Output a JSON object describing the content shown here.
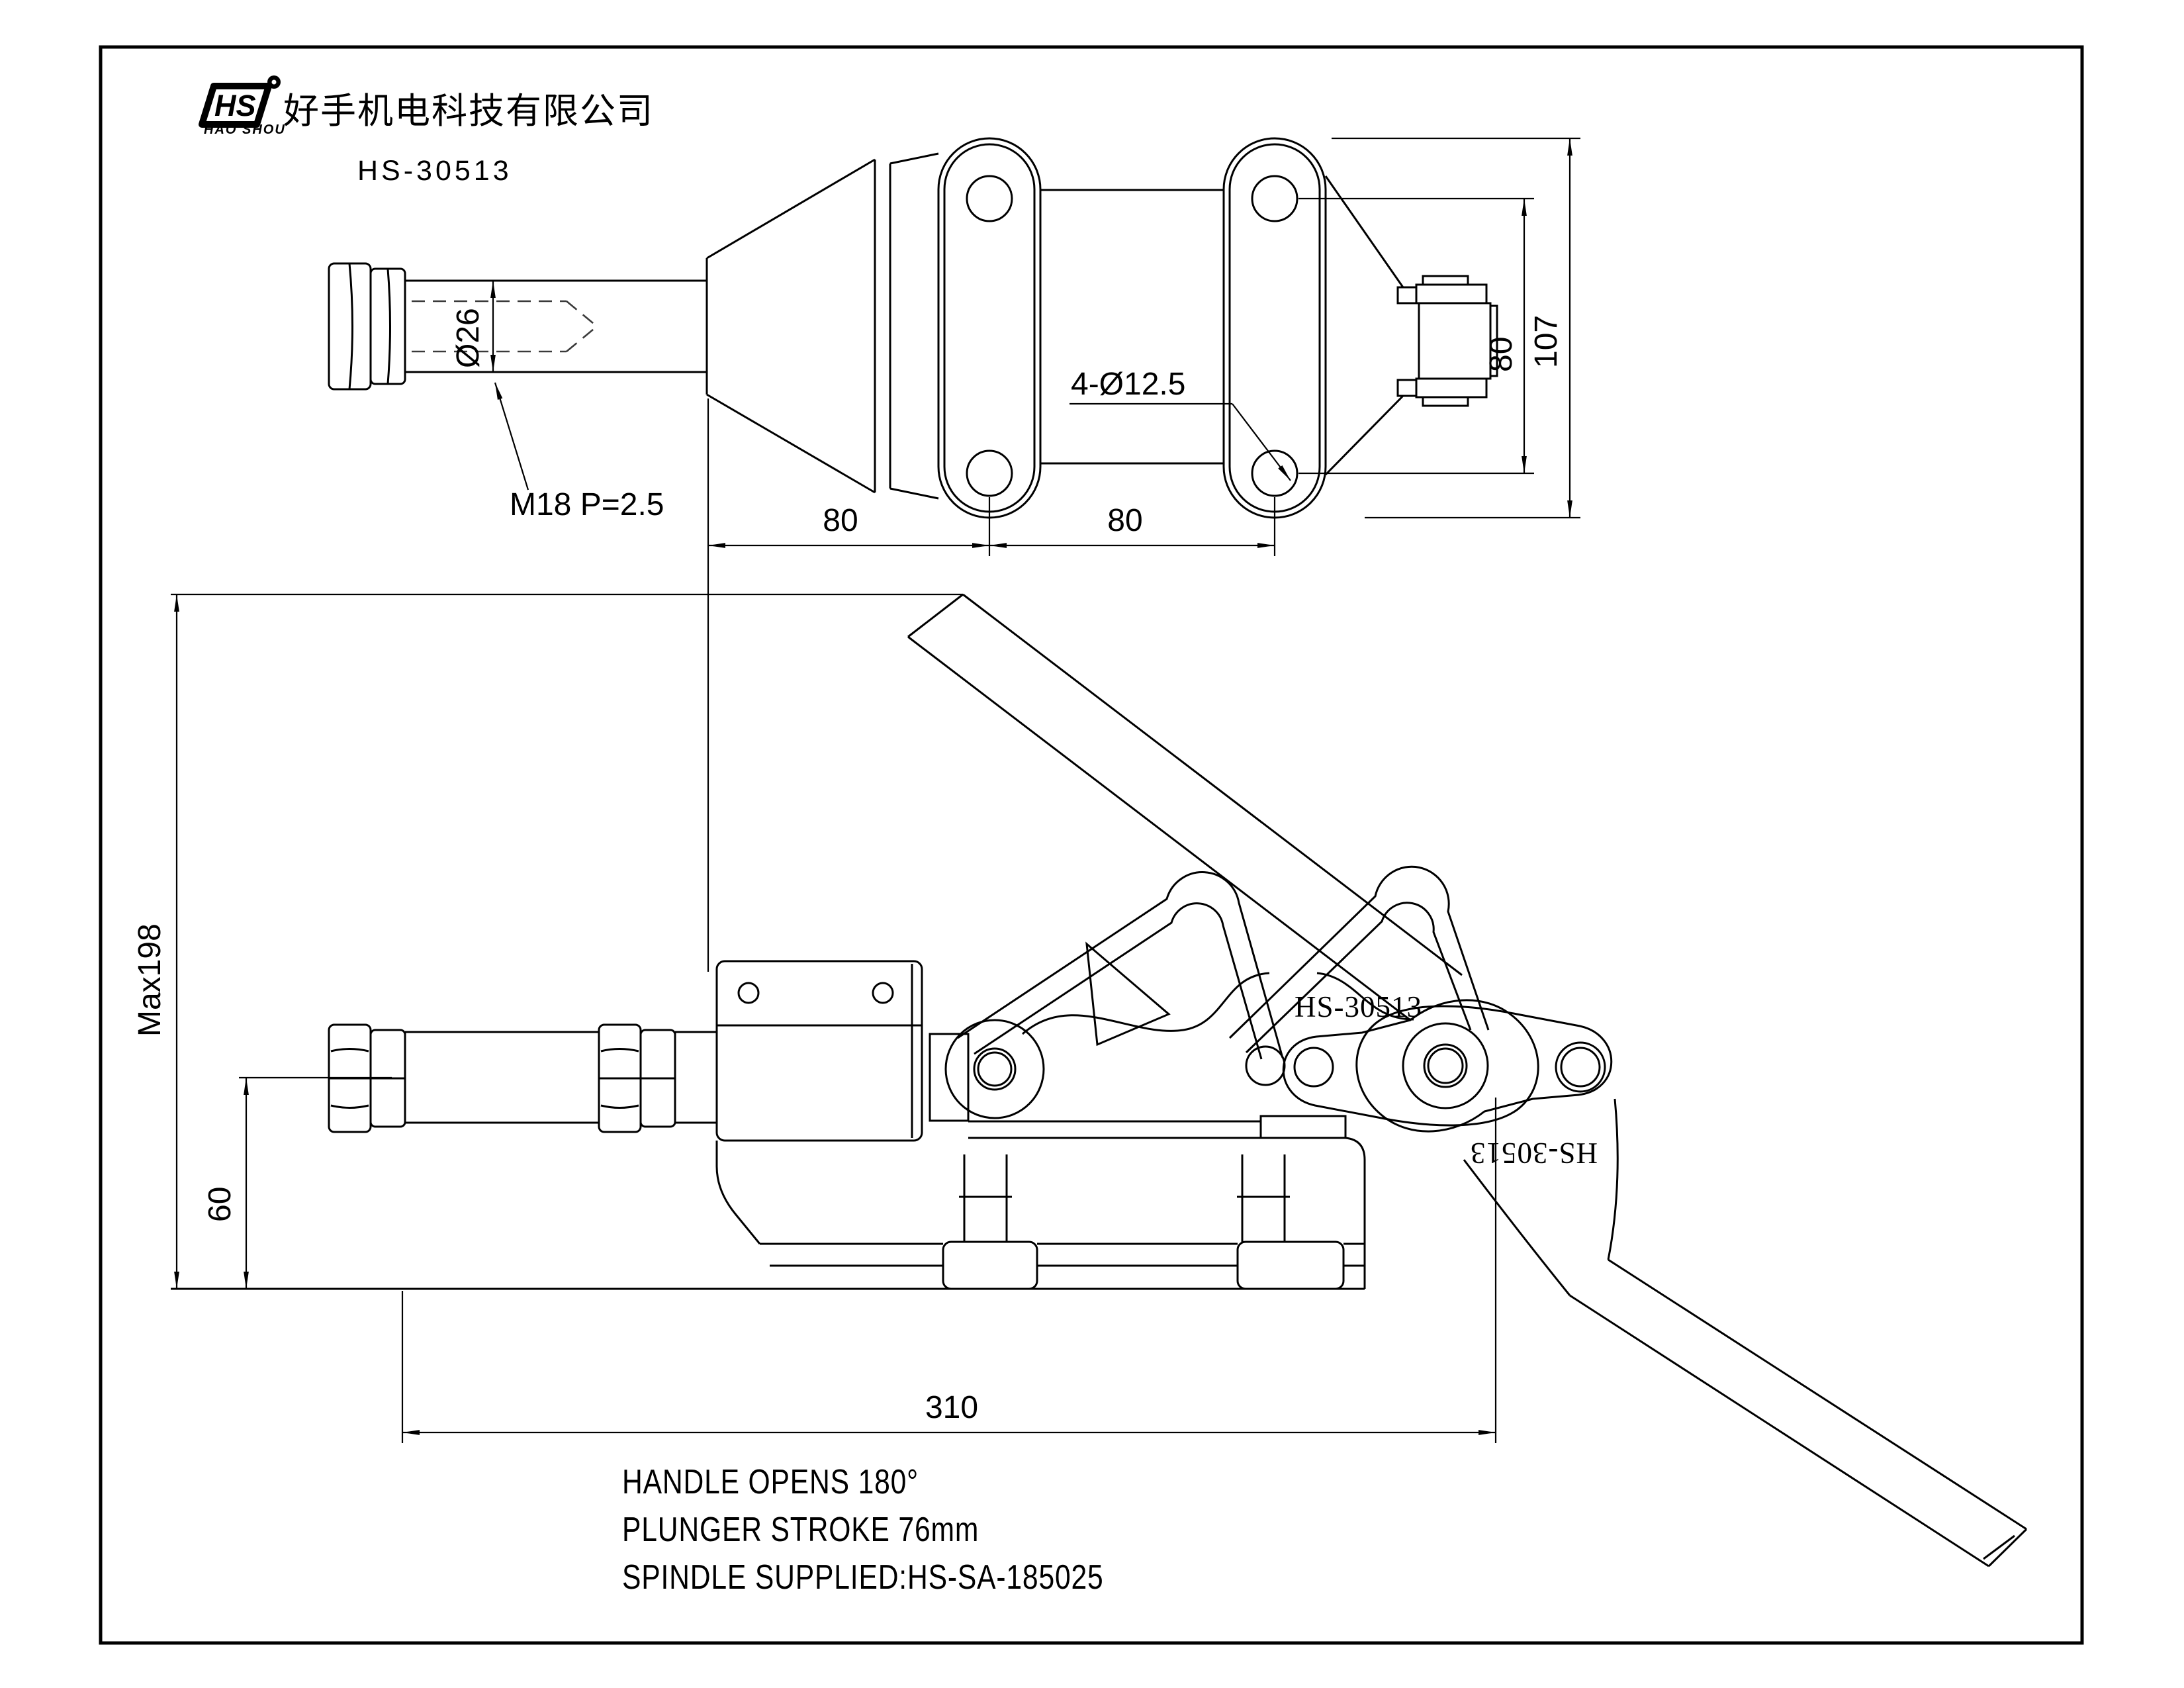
{
  "header": {
    "logo_text": "HS",
    "logo_subtext": "HAO SHOU",
    "company_name": "好手机电科技有限公司",
    "model_number": "HS-30513"
  },
  "top_view": {
    "dim_spindle_diameter": "Ø26",
    "dim_thread": "M18 P=2.5",
    "dim_mounting_holes": "4-Ø12.5",
    "dim_hole_pitch_left": "80",
    "dim_hole_pitch_right": "80",
    "dim_hole_pitch_vertical": "80",
    "dim_overall_height": "107"
  },
  "side_view": {
    "part_marking": "HS-30513",
    "part_marking_rotated": "HS-30513",
    "dim_max_height": "Max198",
    "dim_plunger_height": "60",
    "dim_overall_length": "310"
  },
  "notes": {
    "line1": "HANDLE OPENS 180°",
    "line2": "PLUNGER STROKE 76mm",
    "line3": "SPINDLE SUPPLIED:HS-SA-185025"
  }
}
